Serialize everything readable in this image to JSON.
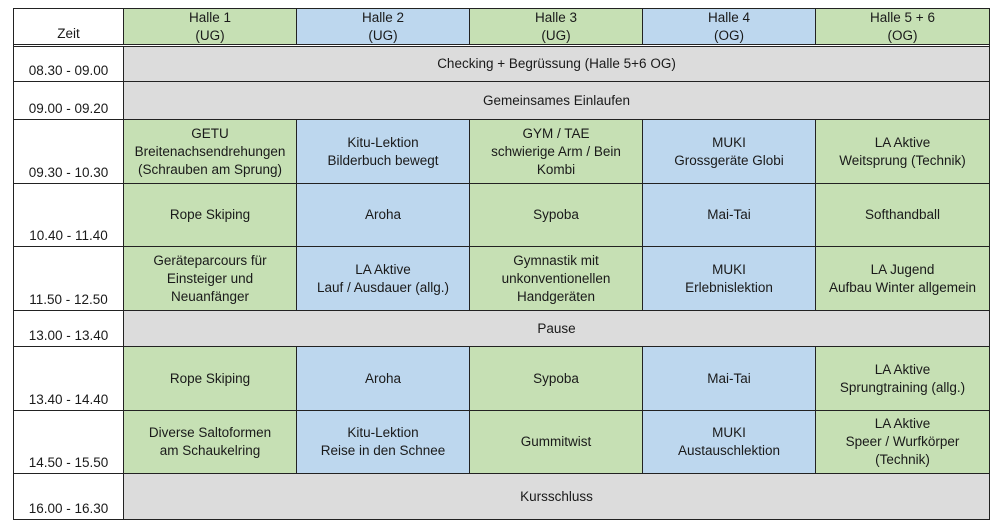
{
  "header": {
    "time_label": "Zeit",
    "halls": [
      {
        "label": "Halle 1\n(UG)",
        "color": "#c6e0b4"
      },
      {
        "label": "Halle 2\n(UG)",
        "color": "#bdd7ee"
      },
      {
        "label": "Halle 3\n(UG)",
        "color": "#c6e0b4"
      },
      {
        "label": "Halle 4\n(OG)",
        "color": "#bdd7ee"
      },
      {
        "label": "Halle 5 + 6\n(OG)",
        "color": "#c6e0b4"
      }
    ]
  },
  "rows": [
    {
      "time": "08.30 - 09.00",
      "span": "Checking + Begrüssung  (Halle 5+6 OG)"
    },
    {
      "time": "09.00 - 09.20",
      "span": "Gemeinsames Einlaufen"
    },
    {
      "time": "09.30 - 10.30",
      "cells": [
        "GETU\nBreitenachsendrehungen\n(Schrauben am Sprung)",
        "Kitu-Lektion\nBilderbuch bewegt",
        "GYM / TAE\nschwierige Arm / Bein\nKombi",
        "MUKI\nGrossgeräte Globi",
        "LA Aktive\nWeitsprung (Technik)"
      ]
    },
    {
      "time": "10.40 - 11.40",
      "cells": [
        "Rope Skiping",
        "Aroha",
        "Sypoba",
        "Mai-Tai",
        "Softhandball"
      ]
    },
    {
      "time": "11.50 - 12.50",
      "cells": [
        "Geräteparcours für\nEinsteiger und\nNeuanfänger",
        "LA Aktive\nLauf / Ausdauer (allg.)",
        "Gymnastik mit\nunkonventionellen\nHandgeräten",
        "MUKI\nErlebnislektion",
        "LA Jugend\nAufbau Winter allgemein"
      ]
    },
    {
      "time": "13.00 - 13.40",
      "span": "Pause"
    },
    {
      "time": "13.40 - 14.40",
      "cells": [
        "Rope Skiping",
        "Aroha",
        "Sypoba",
        "Mai-Tai",
        "LA Aktive\nSprungtraining (allg.)"
      ]
    },
    {
      "time": "14.50 - 15.50",
      "cells": [
        "Diverse Saltoformen\nam Schaukelring",
        "Kitu-Lektion\nReise in den Schnee",
        "Gummitwist",
        "MUKI\nAustauschlektion",
        "LA Aktive\nSpeer / Wurfkörper\n(Technik)"
      ]
    },
    {
      "time": "16.00 - 16.30",
      "span": "Kursschluss"
    }
  ],
  "colors": {
    "green": "#c6e0b4",
    "blue": "#bdd7ee",
    "grey": "#dcdcdc",
    "border": "#222222"
  }
}
